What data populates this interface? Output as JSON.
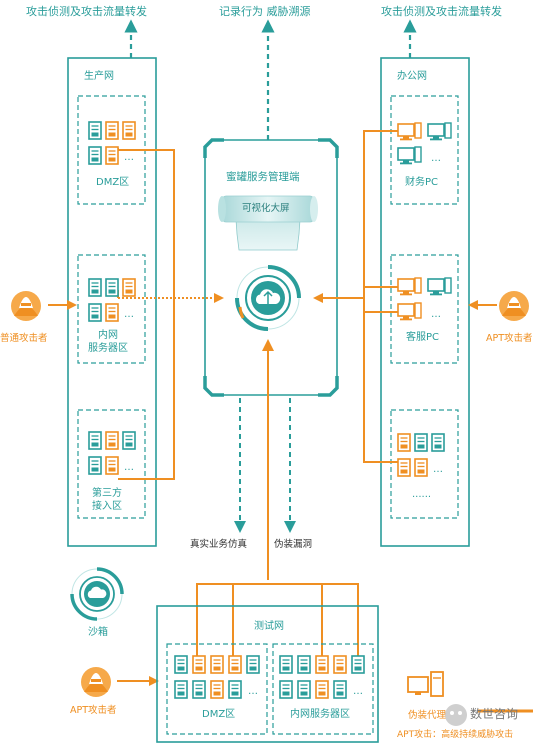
{
  "top_labels": {
    "left": "攻击侦测及攻击流量转发",
    "center": "记录行为 威胁溯源",
    "right": "攻击侦测及攻击流量转发"
  },
  "production_net": {
    "title": "生产网",
    "zones": [
      {
        "label": "DMZ区"
      },
      {
        "label": "内网\n服务器区"
      },
      {
        "label": "第三方\n接入区"
      }
    ]
  },
  "office_net": {
    "title": "办公网",
    "zones": [
      {
        "label": "财务PC"
      },
      {
        "label": "客服PC"
      },
      {
        "label": "......"
      }
    ]
  },
  "honeypot_server": {
    "title": "蜜罐服务管理端",
    "screen_label": "可视化大屏"
  },
  "attackers": {
    "left": "普通攻击者",
    "right": "APT攻击者",
    "bottom": "APT攻击者"
  },
  "sandbox": {
    "label": "沙箱"
  },
  "bottom_labels": {
    "real_business": "真实业务仿真",
    "fake_vuln": "伪装漏洞"
  },
  "test_net": {
    "title": "测试网",
    "zones": [
      {
        "label": "DMZ区"
      },
      {
        "label": "内网服务器区"
      }
    ]
  },
  "legend": {
    "fake_agent": "伪装代理",
    "apt_note": "APT攻击：高级持续威胁攻击",
    "watermark": "数世咨询"
  },
  "ellipsis": "…",
  "colors": {
    "teal": "#2a9d9a",
    "orange": "#ef8f22",
    "light_teal": "#dff1f0"
  }
}
